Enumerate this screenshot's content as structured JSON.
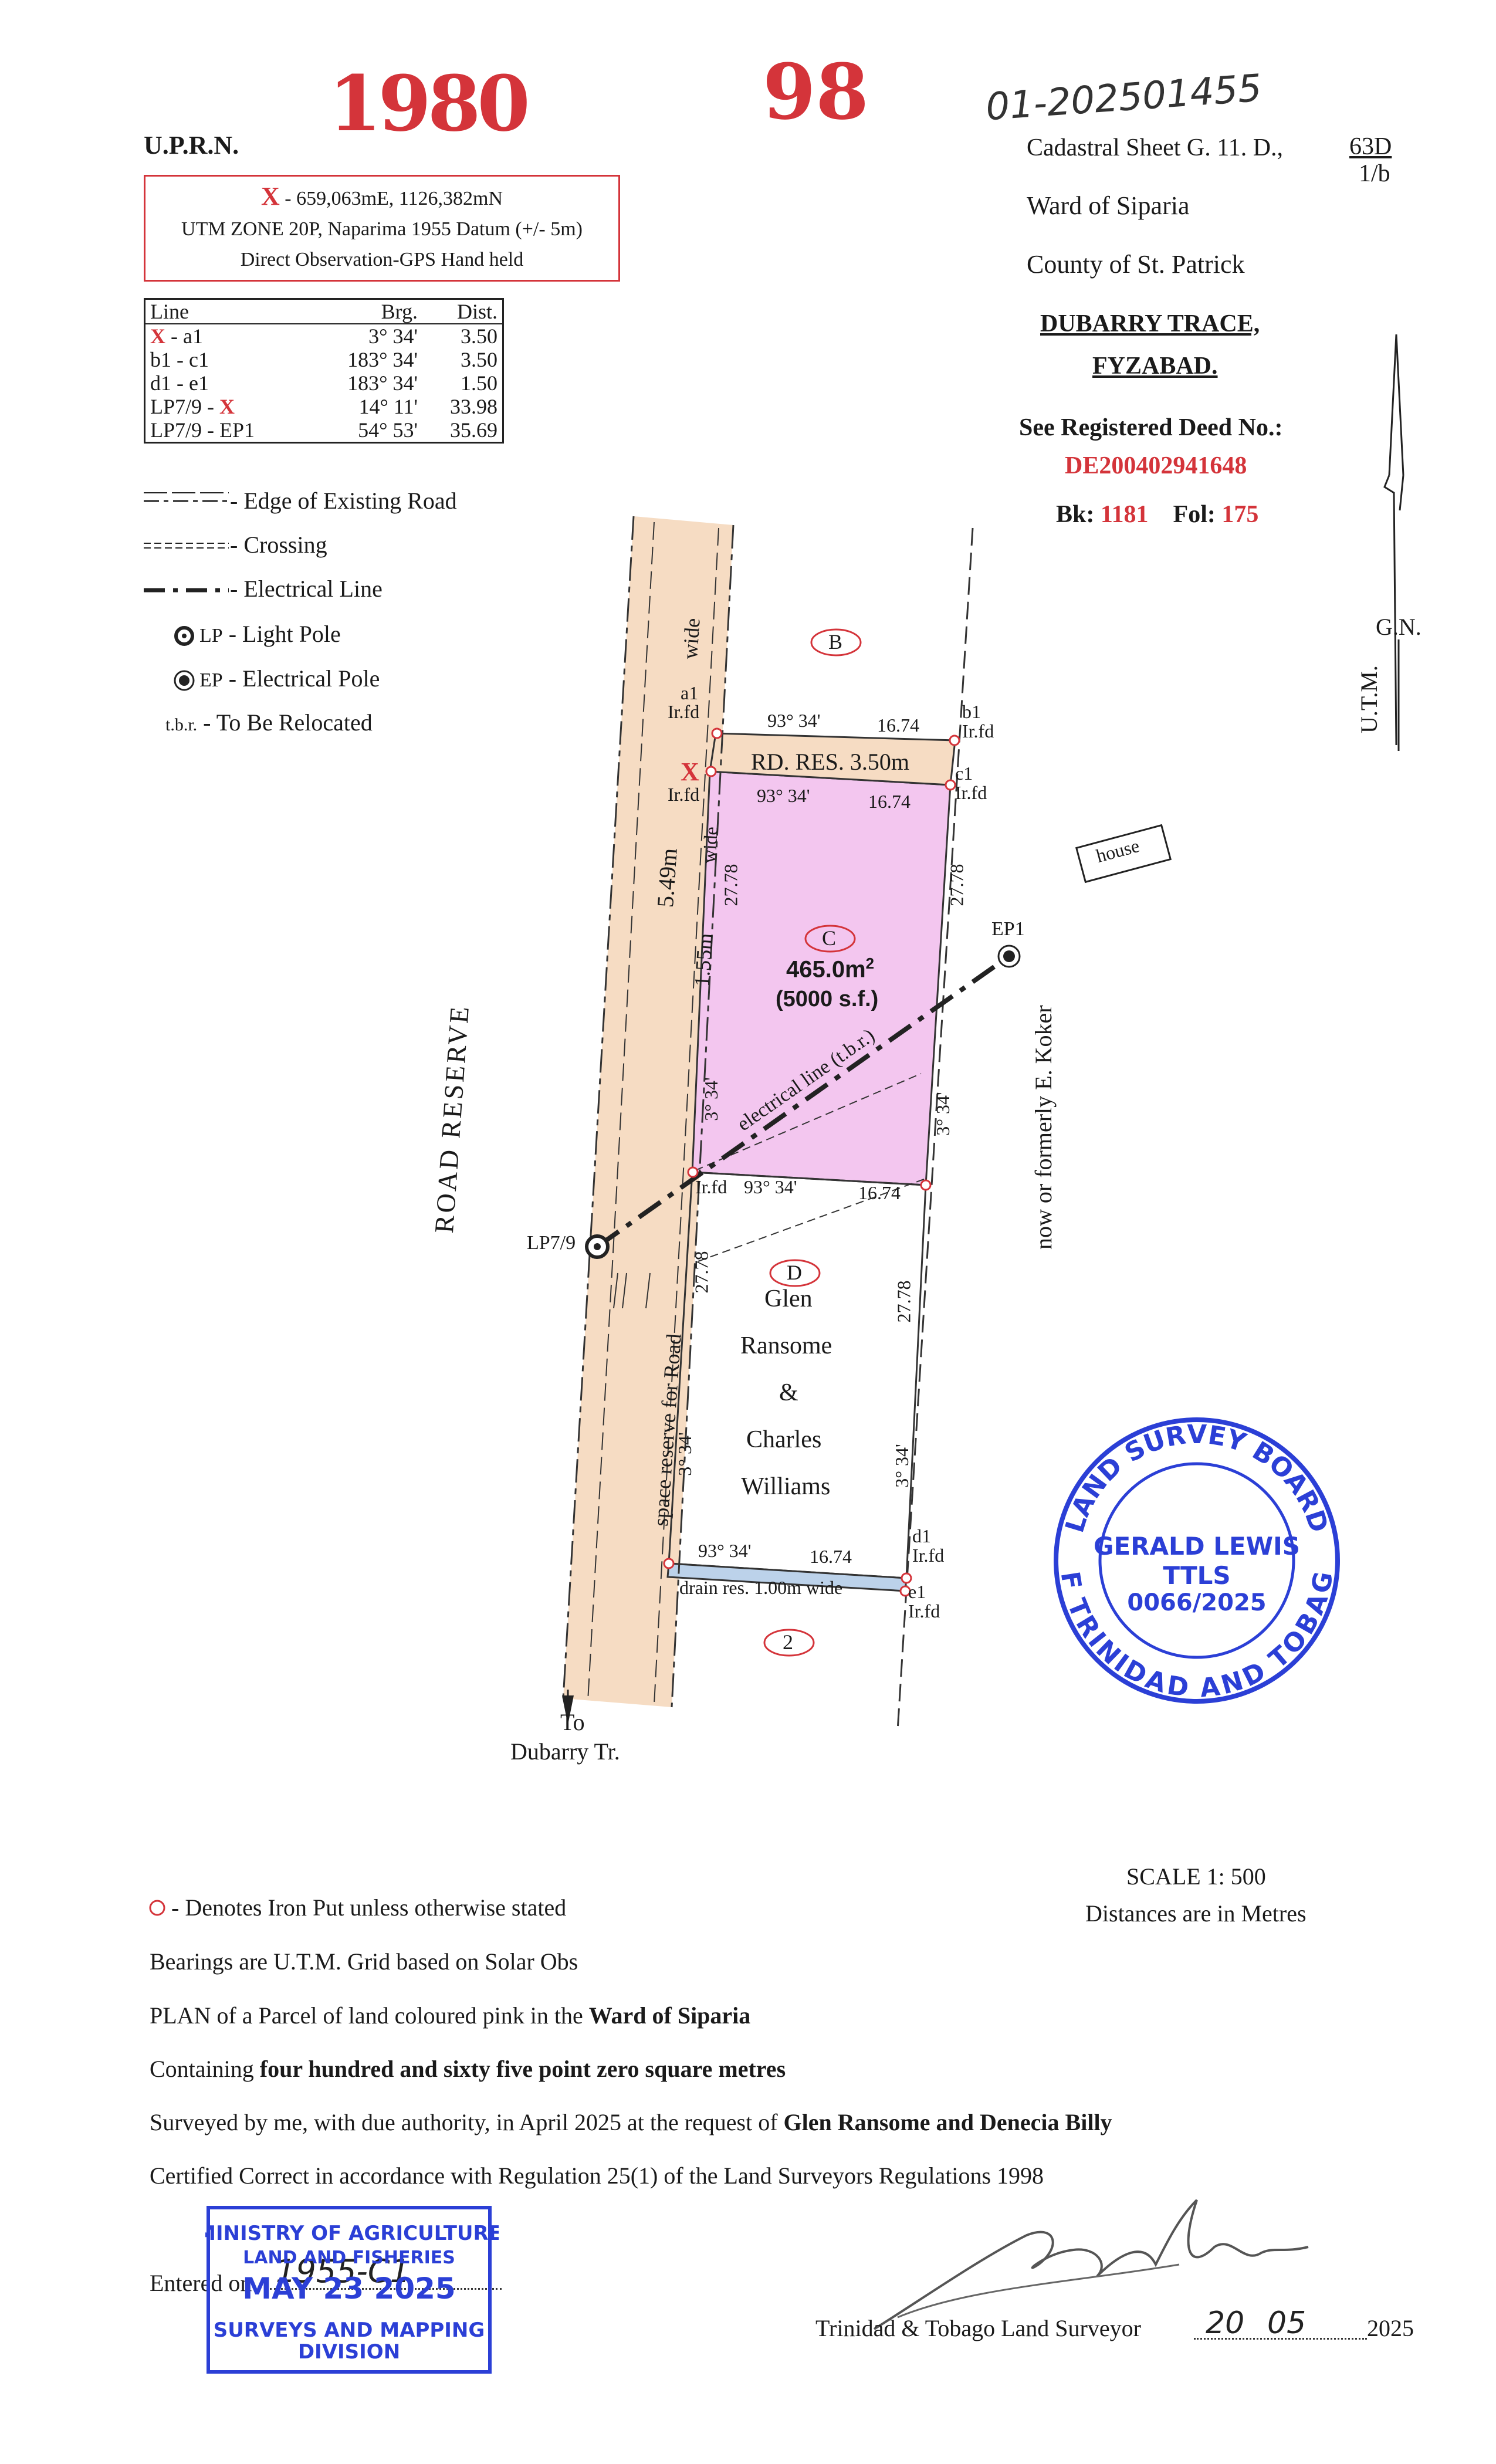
{
  "header": {
    "ref_number_left": "1980",
    "ref_number_center": "98",
    "file_number": "01-202501455",
    "uprn_label": "U.P.R.N."
  },
  "utm_box": {
    "marker": "X",
    "coords": "- 659,063mE, 1126,382mN",
    "datum": "UTM ZONE 20P, Naparima 1955 Datum (+/- 5m)",
    "method": "Direct Observation-GPS Hand held"
  },
  "bearing_table": {
    "headers": [
      "Line",
      "Brg.",
      "Dist."
    ],
    "rows": [
      {
        "line_red": "X",
        "line": " - a1",
        "brg": "3° 34'",
        "dist": "3.50"
      },
      {
        "line_red": "",
        "line": "b1 - c1",
        "brg": "183° 34'",
        "dist": "3.50"
      },
      {
        "line_red": "",
        "line": "d1 - e1",
        "brg": "183° 34'",
        "dist": "1.50"
      },
      {
        "line_red": "",
        "line": "LP7/9 - ",
        "line_suffix_red": "X",
        "brg": "14° 11'",
        "dist": "33.98"
      },
      {
        "line_red": "",
        "line": "LP7/9 - EP1",
        "brg": "54° 53'",
        "dist": "35.69"
      }
    ]
  },
  "legend": {
    "edge_road": "- Edge of Existing Road",
    "crossing": "- Crossing",
    "electrical_line": "- Electrical Line",
    "light_pole_abbr": "LP",
    "light_pole": "- Light Pole",
    "electrical_pole_abbr": "EP",
    "electrical_pole": "- Electrical Pole",
    "tbr_abbr": "t.b.r.",
    "tbr": "- To Be Relocated"
  },
  "sheet_info": {
    "cadastral_sheet": "Cadastral Sheet  G. 11. D.,",
    "sheet_num_top": "63D",
    "sheet_num_bottom": "1/b",
    "ward": "Ward  of  Siparia",
    "county": "County  of  St. Patrick",
    "location_line1": "DUBARRY TRACE,",
    "location_line2": "FYZABAD.",
    "deed_label": "See Registered Deed No.:",
    "deed_number": "DE200402941648",
    "book_label": "Bk:",
    "book_value": "1181",
    "folio_label": "Fol:",
    "folio_value": "175"
  },
  "north_arrow": {
    "gn_label": "G.N.",
    "utm_label": "U.T.M."
  },
  "plan": {
    "lot_b": "B",
    "lot_c": "C",
    "lot_d": "D",
    "lot_2": "2",
    "area": "465.0m",
    "area_sup": "2",
    "area_sf": "(5000  s.f.)",
    "rd_res": "RD. RES. 3.50m",
    "brg_93": "93° 34'",
    "dist_1674": "16.74",
    "dist_2778": "27.78",
    "brg_3": "3° 34'",
    "a1": "a1",
    "b1": "b1",
    "c1": "c1",
    "d1": "d1",
    "e1": "e1",
    "irfd": "Ir.fd",
    "x_mark": "X",
    "house": "house",
    "ep1": "EP1",
    "lp79": "LP7/9",
    "road_reserve": "ROAD       RESERVE",
    "road_width": "5.49m",
    "wide": "wide",
    "wide2": "wide",
    "space_res": "1.55m",
    "space_for_road": "space   reserve   for   Road",
    "neighbour": "now   or   formerly   E.   Koker",
    "electrical_line_label": "electrical line (t.b.r.)",
    "owner1": "Glen",
    "owner2": "Ransome",
    "owner3": "&",
    "owner4": "Charles",
    "owner5": "Williams",
    "drain_res": "drain  res.  1.00m  wide",
    "to": "To",
    "to_dest": "Dubarry Tr."
  },
  "scale": {
    "scale": "SCALE 1: 500",
    "units": "Distances are in Metres"
  },
  "stamp_lsb": {
    "top": "LAND SURVEY BOARD",
    "bottom": "OF TRINIDAD AND TOBAGO",
    "name": "GERALD LEWIS",
    "title": "TTLS",
    "number": "0066/2025"
  },
  "notes": {
    "iron_put": "- Denotes Iron Put unless otherwise stated",
    "bearings": "Bearings are U.T.M. Grid based on Solar Obs",
    "plan_prefix": "PLAN of  a Parcel of  land coloured pink in the ",
    "plan_ward": "Ward of Siparia",
    "containing_prefix": "Containing ",
    "containing_area": "four hundred and sixty five point zero square metres",
    "surveyed_prefix": "Surveyed by me, with due authority, in April 2025  at the request of ",
    "surveyed_clients": "Glen Ransome and Denecia Billy",
    "certified": "Certified Correct in accordance with Regulation 25(1) of the Land Surveyors Regulations 1998"
  },
  "entry": {
    "entered_label": "Entered on",
    "entry_handwritten": "1955-C1",
    "stamp_line1": "MINISTRY OF AGRICULTURE",
    "stamp_line2": "LAND AND FISHERIES",
    "stamp_date": "MAY 23 2025",
    "stamp_line3": "SURVEYS AND MAPPING",
    "stamp_line4": "DIVISION"
  },
  "signature": {
    "surveyor_label": "Trinidad & Tobago Land Surveyor",
    "day": "20",
    "month": "05",
    "year": "2025",
    "signature_name": "Gerald Lewis"
  },
  "colors": {
    "red": "#d4343a",
    "pink_parcel": "#f3c6ef",
    "road_tan": "#f6dcc3",
    "drain_blue": "#bcd2ea",
    "stamp_blue": "#2b3fd6"
  }
}
